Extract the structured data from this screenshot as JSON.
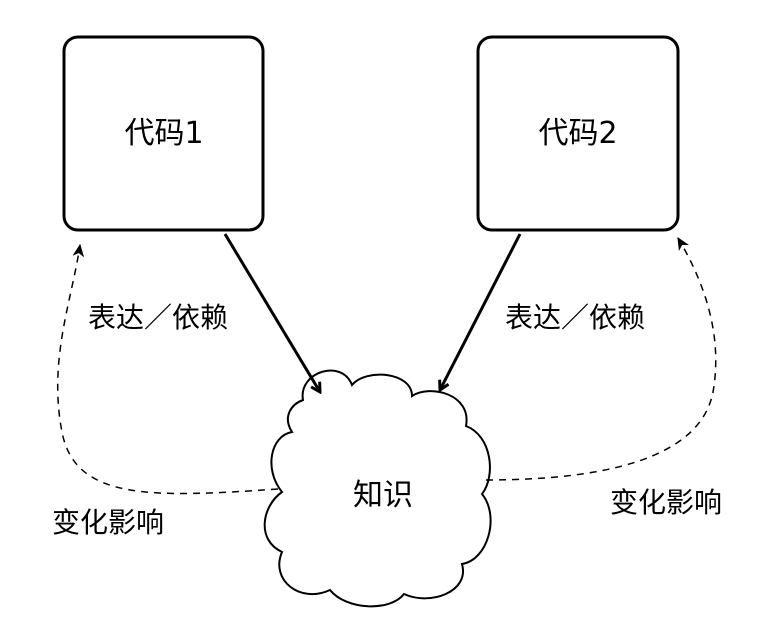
{
  "nodes": {
    "code1": {
      "label": "代码1"
    },
    "code2": {
      "label": "代码2"
    },
    "knowledge": {
      "label": "知识"
    }
  },
  "edges": {
    "code1_to_knowledge": {
      "label": "表达／依赖"
    },
    "code2_to_knowledge": {
      "label": "表达／依赖"
    },
    "knowledge_to_code1": {
      "label": "变化影响"
    },
    "knowledge_to_code2": {
      "label": "变化影响"
    }
  }
}
